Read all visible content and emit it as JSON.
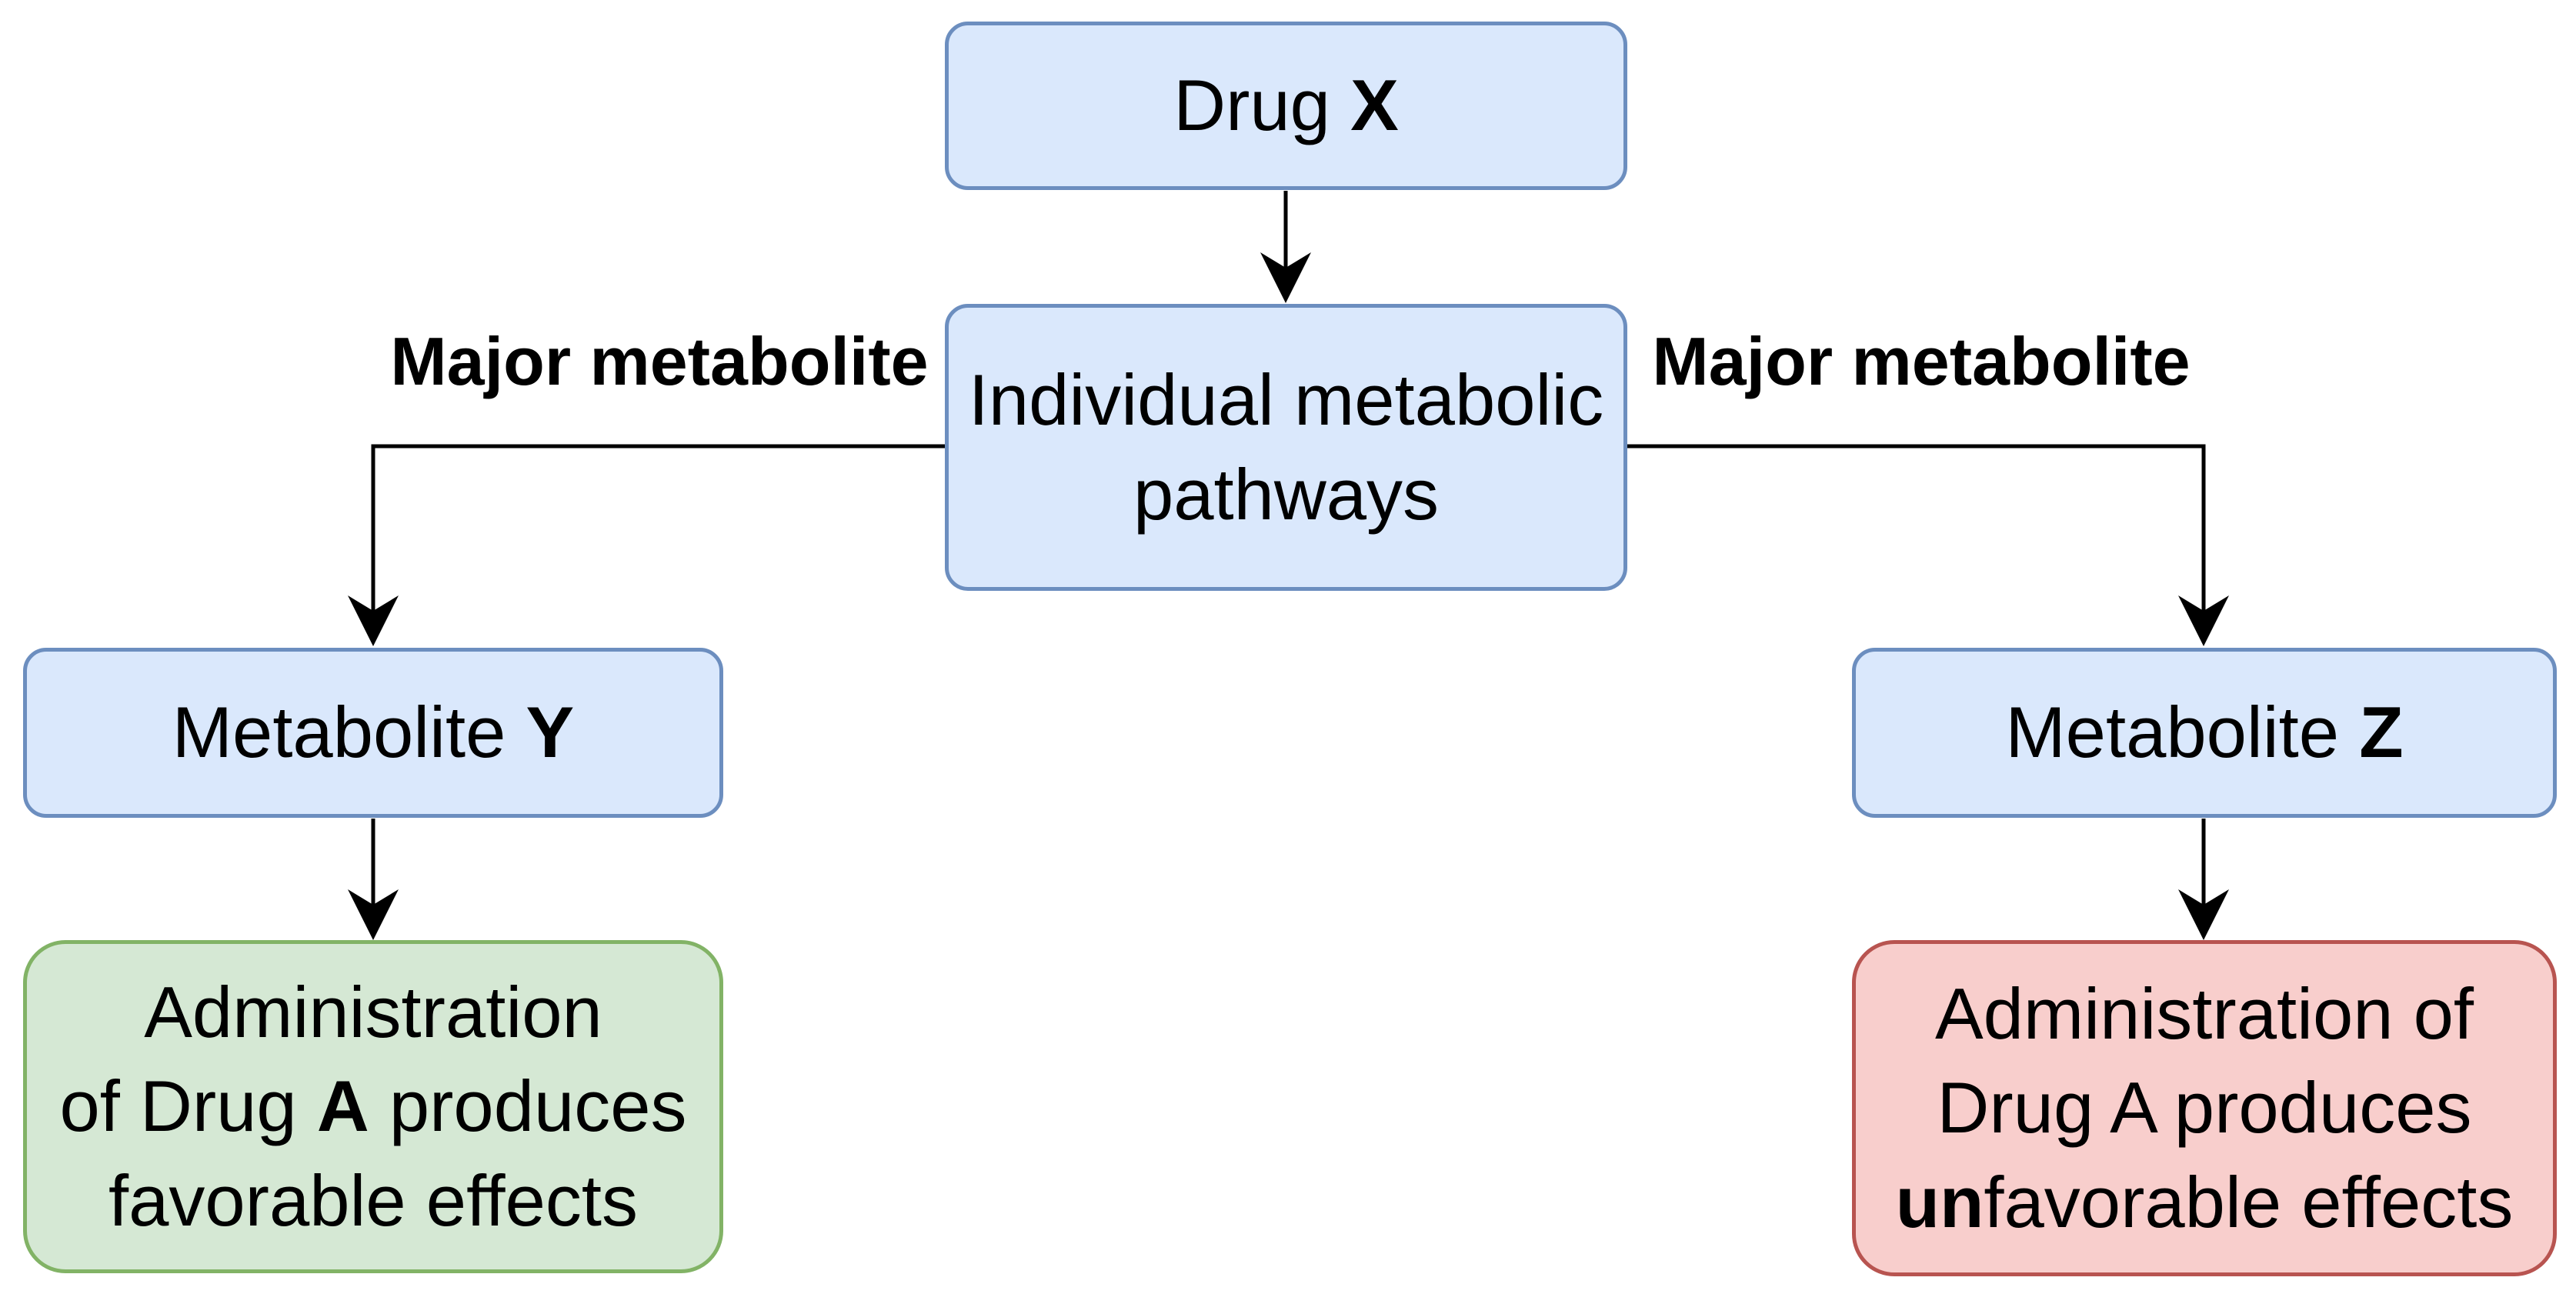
{
  "diagram": {
    "background_color": "#ffffff",
    "palette": {
      "blue_fill": "#dae8fc",
      "blue_stroke": "#6c8ebf",
      "green_fill": "#d5e8d4",
      "green_stroke": "#82b366",
      "red_fill": "#f8cecc",
      "red_stroke": "#b85450",
      "connector_color": "#000000",
      "text_color": "#000000"
    },
    "nodes": {
      "drug_x": {
        "regular": "Drug ",
        "bold": "X"
      },
      "pathways": {
        "line1": "Individual metabolic",
        "line2": "pathways"
      },
      "metabolite_y": {
        "regular": "Metabolite ",
        "bold": "Y"
      },
      "metabolite_z": {
        "regular": "Metabolite ",
        "bold": "Z"
      },
      "outcome_favorable": {
        "line1": "Administration",
        "line2_pre": "of Drug ",
        "line2_bold": "A",
        "line2_post": " produces",
        "line3": "favorable effects"
      },
      "outcome_unfavorable": {
        "line1": "Administration of",
        "line2": "Drug A produces",
        "line3_bold": "un",
        "line3_post": "favorable effects"
      }
    },
    "edge_labels": {
      "left": "Major metabolite",
      "right": "Major metabolite"
    }
  }
}
